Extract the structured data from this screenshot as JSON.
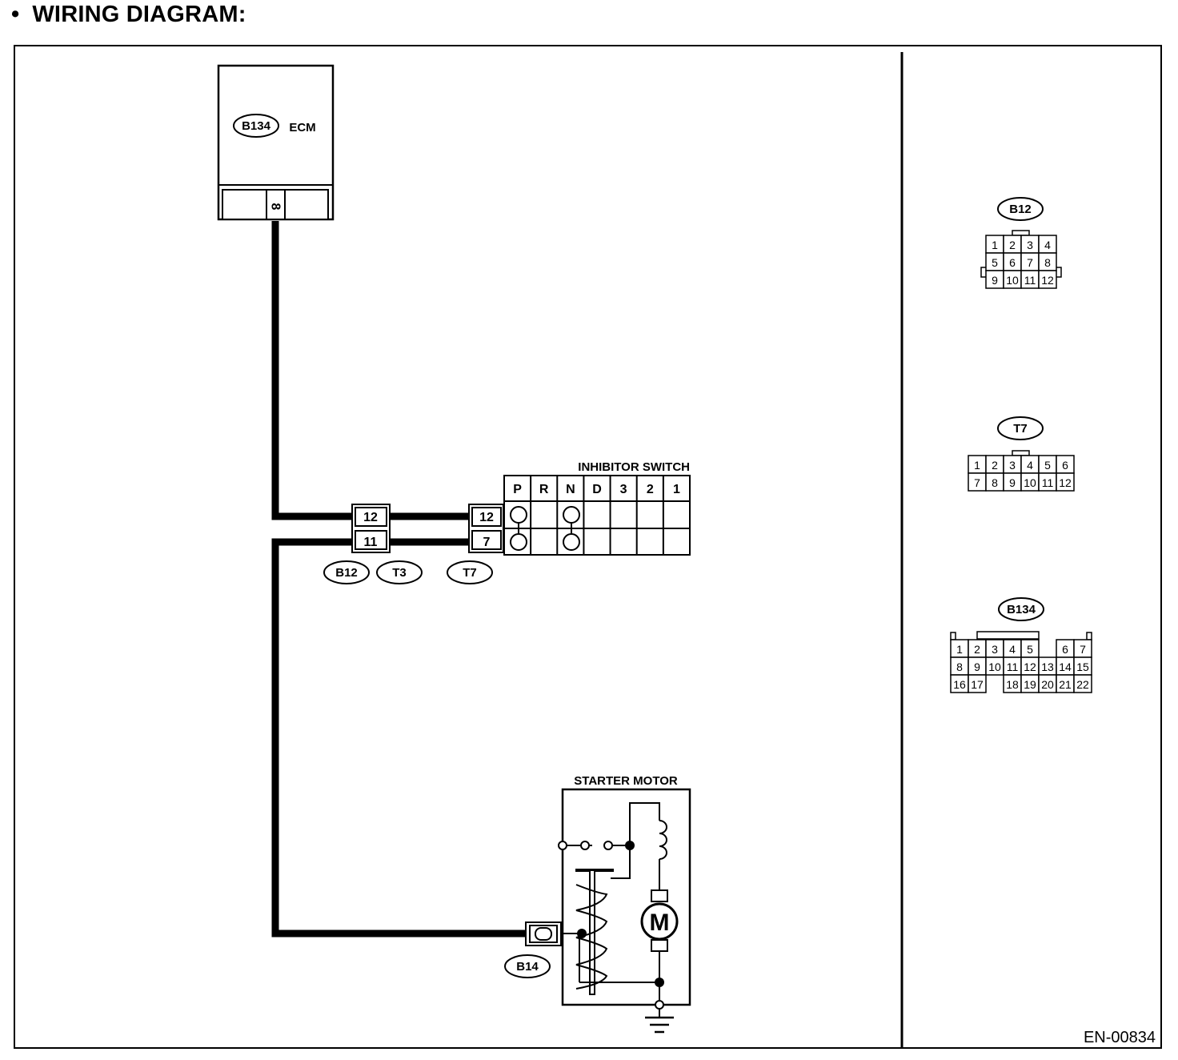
{
  "heading": {
    "bullet": "•",
    "title": "WIRING DIAGRAM:"
  },
  "diagram_code": "EN-00834",
  "ecm": {
    "label": "ECM",
    "connector": "B134",
    "pin": "8"
  },
  "inhibitor_switch": {
    "label": "INHIBITOR SWITCH",
    "positions": [
      "P",
      "R",
      "N",
      "D",
      "3",
      "2",
      "1"
    ]
  },
  "junction": {
    "harness_pins": [
      "12",
      "11"
    ],
    "switch_pins": [
      "12",
      "7"
    ],
    "connectors": [
      "B12",
      "T3",
      "T7"
    ]
  },
  "starter_motor": {
    "label": "STARTER MOTOR",
    "connector": "B14",
    "motor_symbol": "M"
  },
  "connector_views": {
    "b12": {
      "name": "B12",
      "rows": [
        [
          "1",
          "2",
          "3",
          "4"
        ],
        [
          "5",
          "6",
          "7",
          "8"
        ],
        [
          "9",
          "10",
          "11",
          "12"
        ]
      ]
    },
    "t7": {
      "name": "T7",
      "rows": [
        [
          "1",
          "2",
          "3",
          "4",
          "5",
          "6"
        ],
        [
          "7",
          "8",
          "9",
          "10",
          "11",
          "12"
        ]
      ]
    },
    "b134": {
      "name": "B134",
      "rows": [
        [
          "1",
          "2",
          "3",
          "4",
          "5",
          "",
          "6",
          "7"
        ],
        [
          "8",
          "9",
          "10",
          "11",
          "12",
          "13",
          "14",
          "15"
        ],
        [
          "16",
          "17",
          "",
          "18",
          "19",
          "20",
          "21",
          "22"
        ]
      ]
    }
  }
}
